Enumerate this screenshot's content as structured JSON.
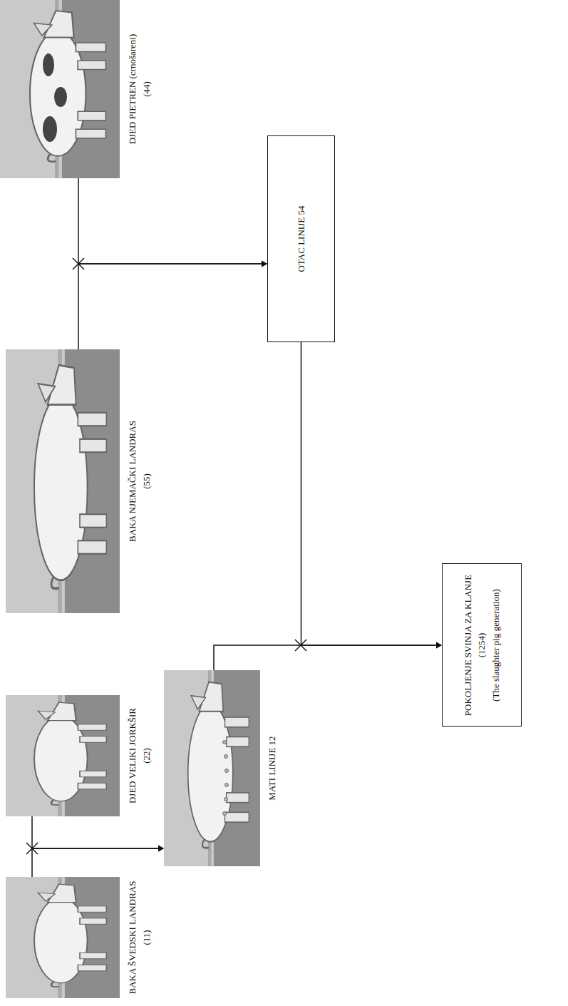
{
  "diagram": {
    "nodes": [
      {
        "text": [
          "BAKA ŠVEDSKI LANDRAS",
          "(11)"
        ]
      },
      {
        "text": [
          "DJED VELIKI JORKŠIR",
          "(22)"
        ]
      },
      {
        "text": [
          "BAKA NJEMAČKI LANDRAS",
          "(55)"
        ]
      },
      {
        "text": [
          "DJED PIETREN (crnošareni)",
          "(44)"
        ]
      },
      {
        "text": [
          "MATI LINIJE 12"
        ]
      },
      {
        "text": [
          "OTAC LINIJE 54"
        ]
      },
      {
        "text": [
          "POKOLJENJE SVINJA ZA KLANJE",
          "(1254)",
          "(The slaughter pig generation)"
        ]
      }
    ],
    "edges": [
      {
        "from": 0,
        "to": 4,
        "arrow": "to"
      },
      {
        "from": 1,
        "to": 4,
        "arrow": "to"
      },
      {
        "from": 2,
        "to": 5,
        "arrow": "to"
      },
      {
        "from": 3,
        "to": 5,
        "arrow": "to"
      },
      {
        "from": 4,
        "to": 6,
        "arrow": "to"
      },
      {
        "from": 5,
        "to": 6,
        "arrow": "to"
      }
    ]
  }
}
